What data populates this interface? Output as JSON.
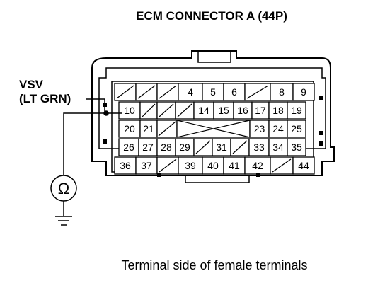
{
  "title": "ECM CONNECTOR A (44P)",
  "wire": {
    "name": "VSV",
    "color": "(LT GRN)"
  },
  "meter": {
    "symbol": "Ω"
  },
  "caption": "Terminal side of female terminals",
  "rows": [
    [
      "",
      "",
      "",
      "4",
      "5",
      "6",
      "",
      "8",
      "9"
    ],
    [
      "10",
      "",
      "",
      "",
      "14",
      "15",
      "16",
      "17",
      "18",
      "19"
    ],
    [
      "20",
      "21",
      "",
      "",
      "",
      "",
      "",
      "23",
      "24",
      "25"
    ],
    [
      "26",
      "27",
      "28",
      "29",
      "",
      "31",
      "",
      "33",
      "34",
      "35"
    ],
    [
      "36",
      "37",
      "",
      "39",
      "40",
      "41",
      "42",
      "",
      "44"
    ]
  ]
}
